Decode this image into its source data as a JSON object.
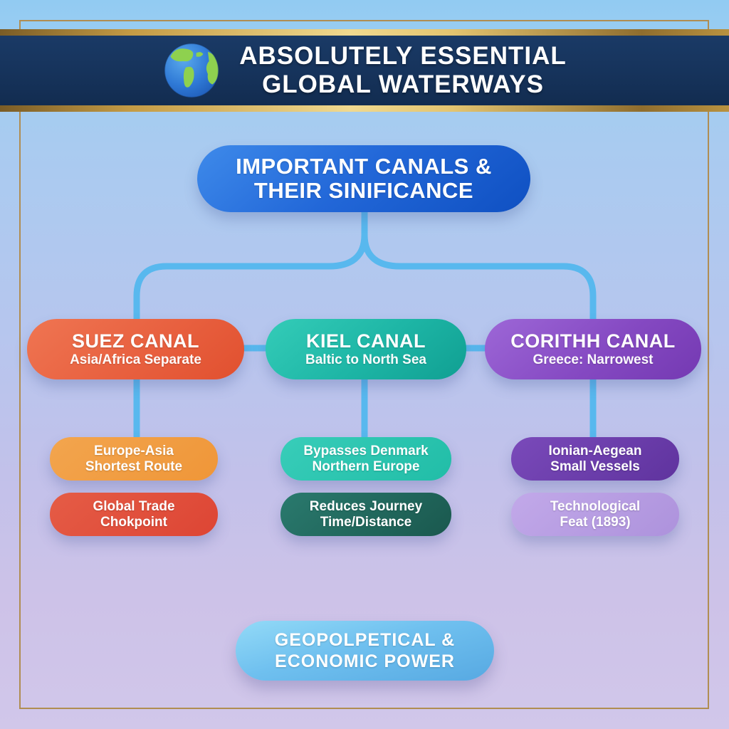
{
  "header": {
    "globe_icon": "globe-americas-icon",
    "title_line1": "ABSOLUTELY ESSENTIAL",
    "title_line2": "GLOBAL WATERWAYS"
  },
  "root": {
    "line1": "IMPORTANT CANALS &",
    "line2": "THEIR SINIFICANCE"
  },
  "branches": [
    {
      "title": "SUEZ CANAL",
      "subtitle": "Asia/Africa Separate",
      "children": [
        {
          "line1": "Europe-Asia",
          "line2": "Shortest Route"
        },
        {
          "line1": "Global Trade",
          "line2": "Chokpoint"
        }
      ]
    },
    {
      "title": "KIEL CANAL",
      "subtitle": "Baltic to North Sea",
      "children": [
        {
          "line1": "Bypasses Denmark",
          "line2": "Northern Europe"
        },
        {
          "line1": "Reduces Journey",
          "line2": "Time/Distance"
        }
      ]
    },
    {
      "title": "CORITHH CANAL",
      "subtitle": "Greece: Narrowest",
      "children": [
        {
          "line1": "Ionian-Aegean",
          "line2": "Small Vessels"
        },
        {
          "line1": "Technological",
          "line2": "Feat (1893)"
        }
      ]
    }
  ],
  "footer": {
    "line1": "GEOPOLPETICAL &",
    "line2": "ECONOMIC POWER"
  },
  "colors": {
    "banner_navy": "#16335b",
    "gold_ribbon": "#e3c470",
    "frame_gold": "#b08d52",
    "root_blue": "#1c63d4",
    "connector_blue": "#58b8ee",
    "suez_orange_red": "#e8603f",
    "kiel_teal": "#1db5a5",
    "corinth_purple": "#8549c2",
    "sub_orange": "#ef9638",
    "sub_red": "#dd4534",
    "sub_teal": "#21bda7",
    "sub_dark_teal": "#1a584e",
    "sub_deep_purple": "#5f339e",
    "sub_lavender": "#ad92dc",
    "footer_sky_blue": "#6fc0ef"
  }
}
